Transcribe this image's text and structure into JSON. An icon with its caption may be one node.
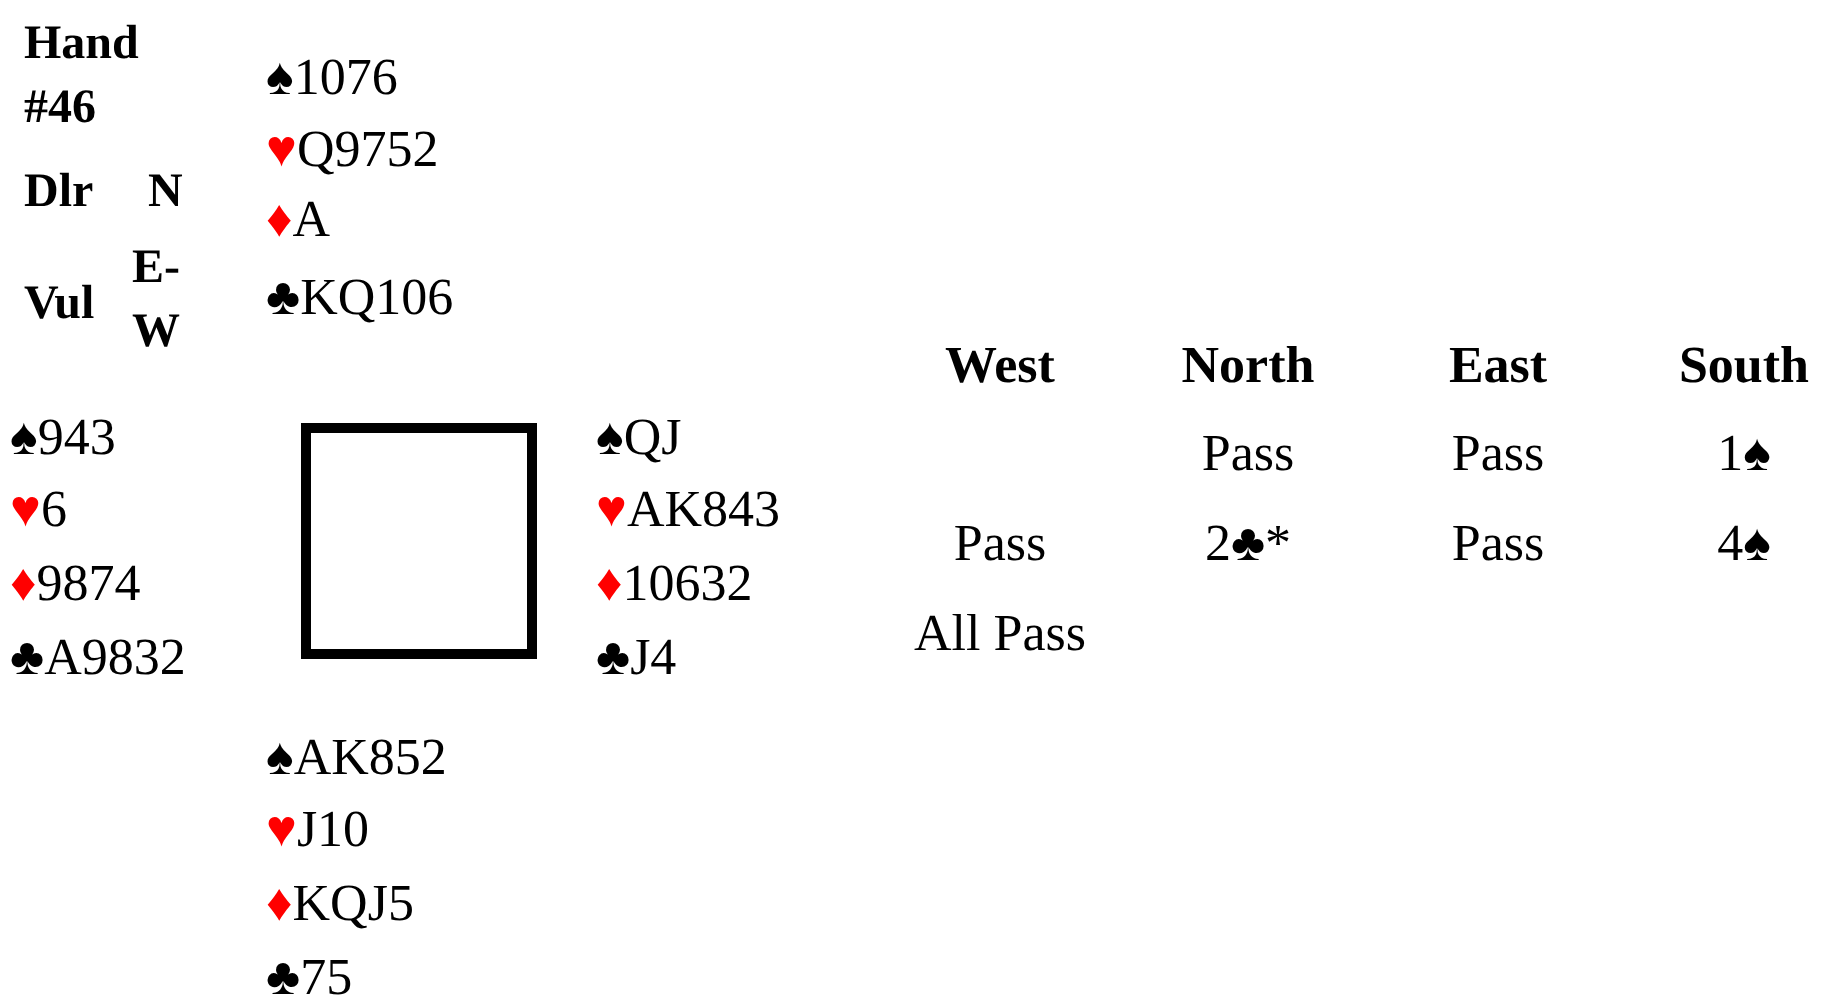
{
  "diagram": {
    "nodes": [
      {
        "text": [],
        "shape": "box"
      }
    ],
    "labels": [
      "Hand #46",
      "Dlr",
      "N",
      "Vul",
      "E-W",
      "♠1076",
      "♥Q9752",
      "♦A",
      "♣KQ106",
      "West",
      "North",
      "East",
      "South",
      "♠943",
      "♥6",
      "♦9874",
      "♣A9832",
      "♠QJ",
      "♥AK843",
      "♦10632",
      "♣J4",
      "Pass",
      "Pass",
      "1♠",
      "Pass",
      "2♣*",
      "Pass",
      "4♠",
      "All Pass",
      "♠AK852",
      "♥J10",
      "♦KQJ5",
      "♣75"
    ]
  }
}
